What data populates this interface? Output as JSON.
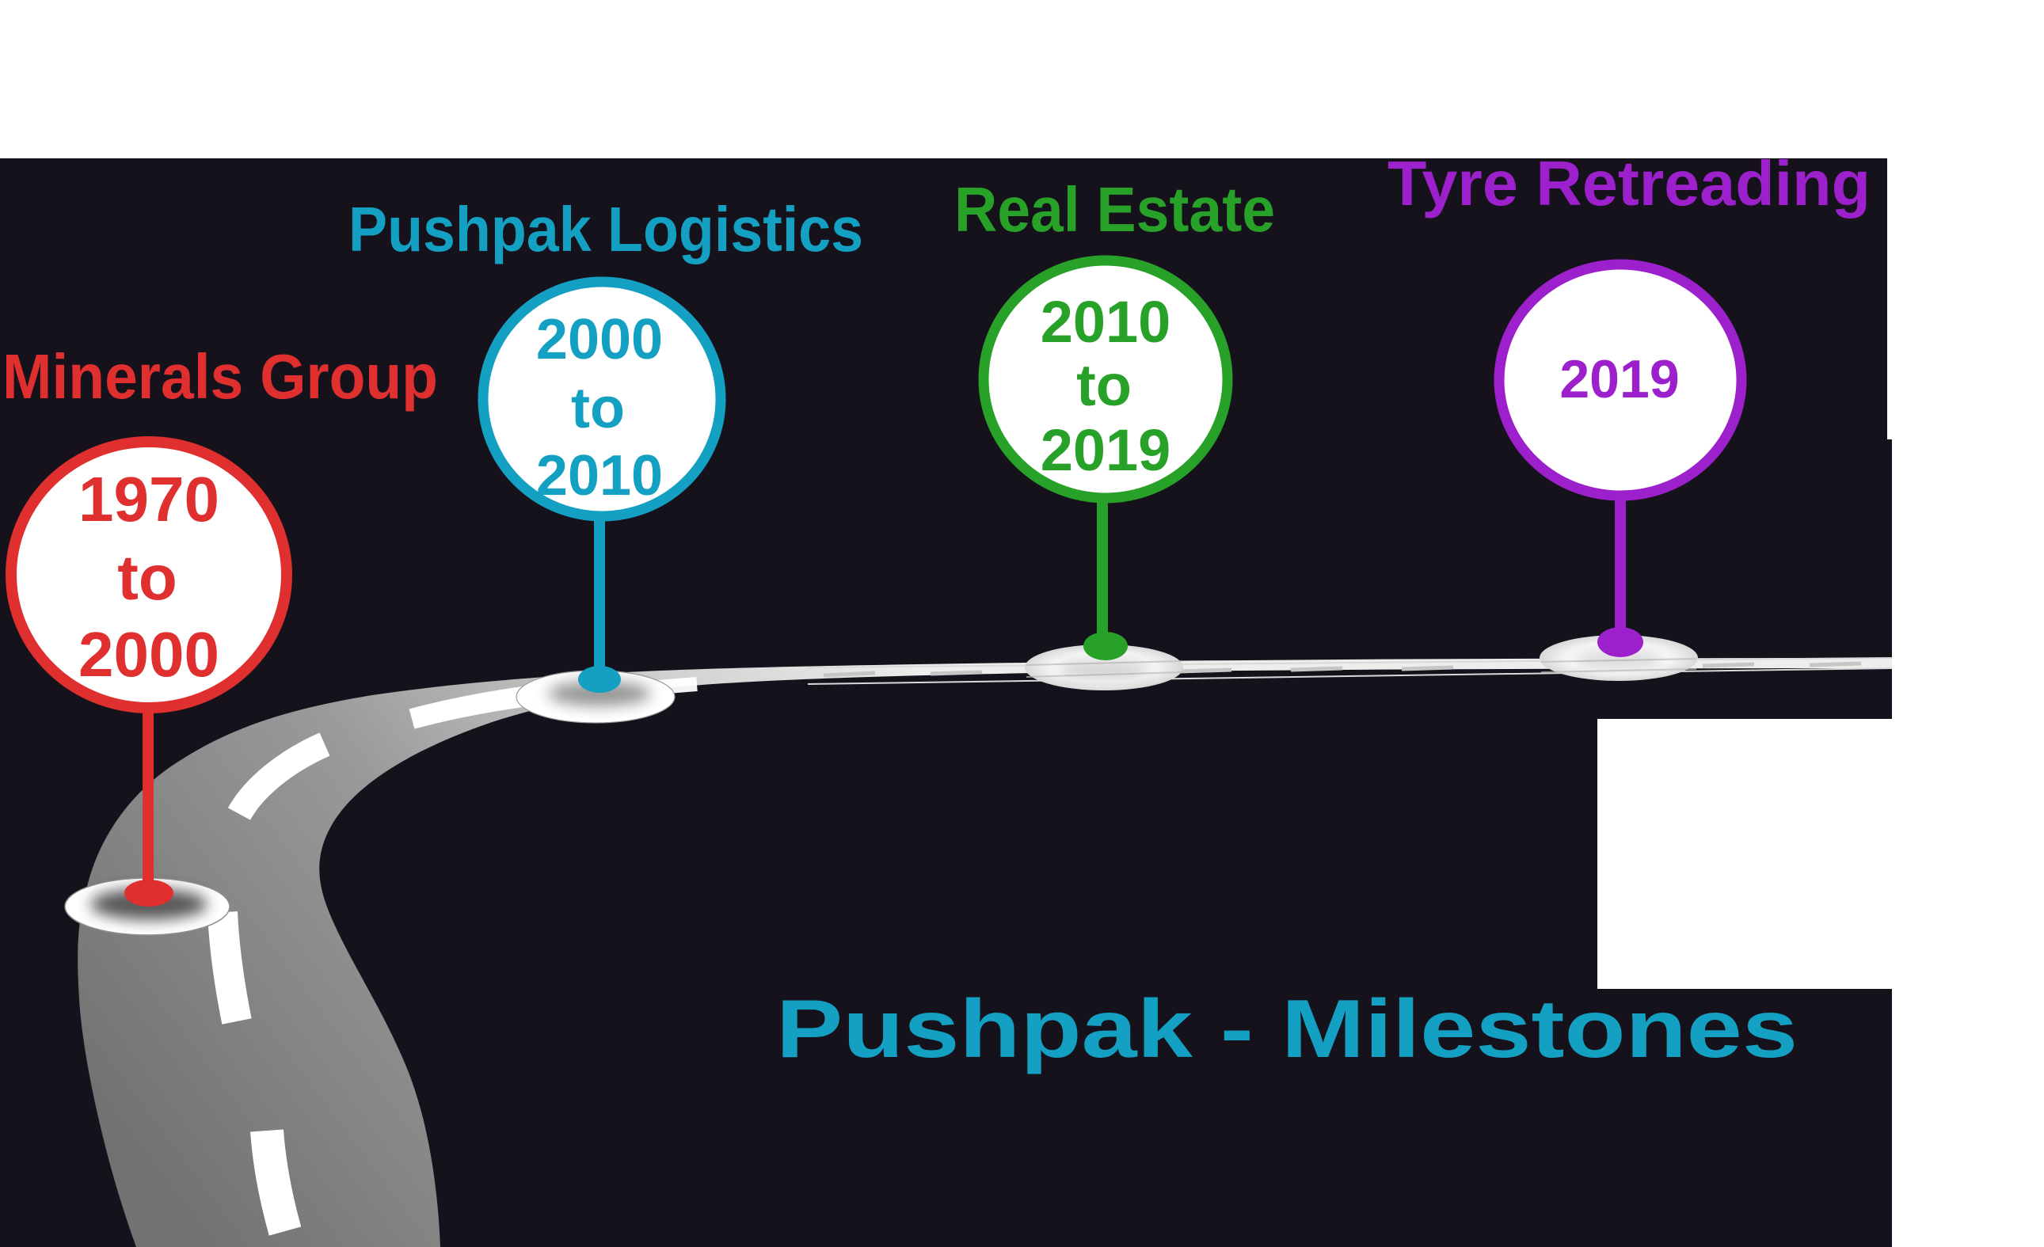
{
  "title": {
    "text": "Pushpak - Milestones",
    "color": "#14a0c2"
  },
  "colors": {
    "background_dark": "#16121c",
    "page_background": "#ffffff",
    "road_dark": "#757575",
    "road_light": "#ededed",
    "dash_white": "#ffffff",
    "tick_gray": "#c6c6c6"
  },
  "milestones": [
    {
      "name": "minerals-group",
      "label": "Minerals Group",
      "period_lines": [
        "1970",
        "to",
        "2000"
      ],
      "color": "#e02f2f"
    },
    {
      "name": "pushpak-logistics",
      "label": "Pushpak Logistics",
      "period_lines": [
        "2000",
        "to",
        "2010"
      ],
      "color": "#14a0c2"
    },
    {
      "name": "real-estate",
      "label": "Real Estate",
      "period_lines": [
        "2010",
        "to",
        "2019"
      ],
      "color": "#27a127"
    },
    {
      "name": "tyre-retreading",
      "label": "2019",
      "label_title": "Tyre Retreading",
      "period_lines": [
        "2019"
      ],
      "color": "#9c20cb"
    }
  ]
}
